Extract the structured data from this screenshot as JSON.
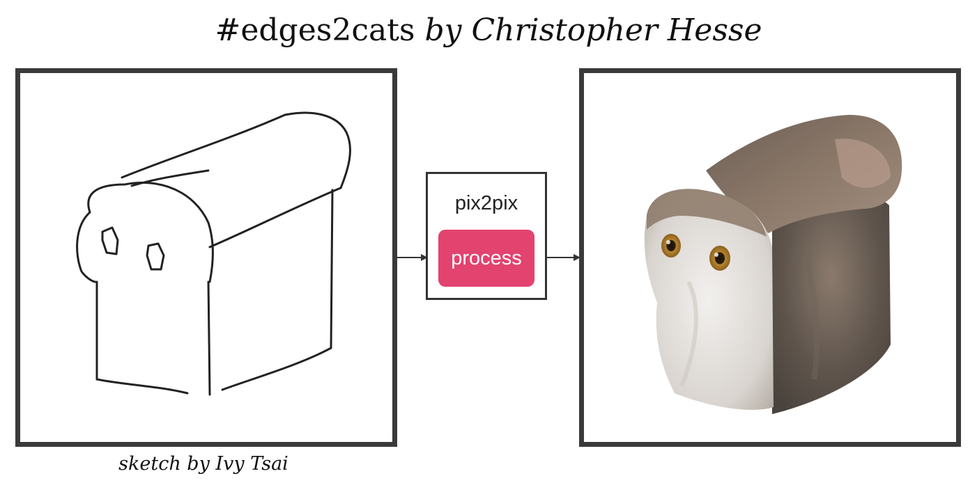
{
  "title": {
    "main": "#edges2cats",
    "byline": "by Christopher Hesse"
  },
  "input_panel": {
    "caption": "sketch by Ivy Tsai"
  },
  "model": {
    "name": "pix2pix",
    "button_label": "process",
    "button_color": "#e2436f"
  }
}
